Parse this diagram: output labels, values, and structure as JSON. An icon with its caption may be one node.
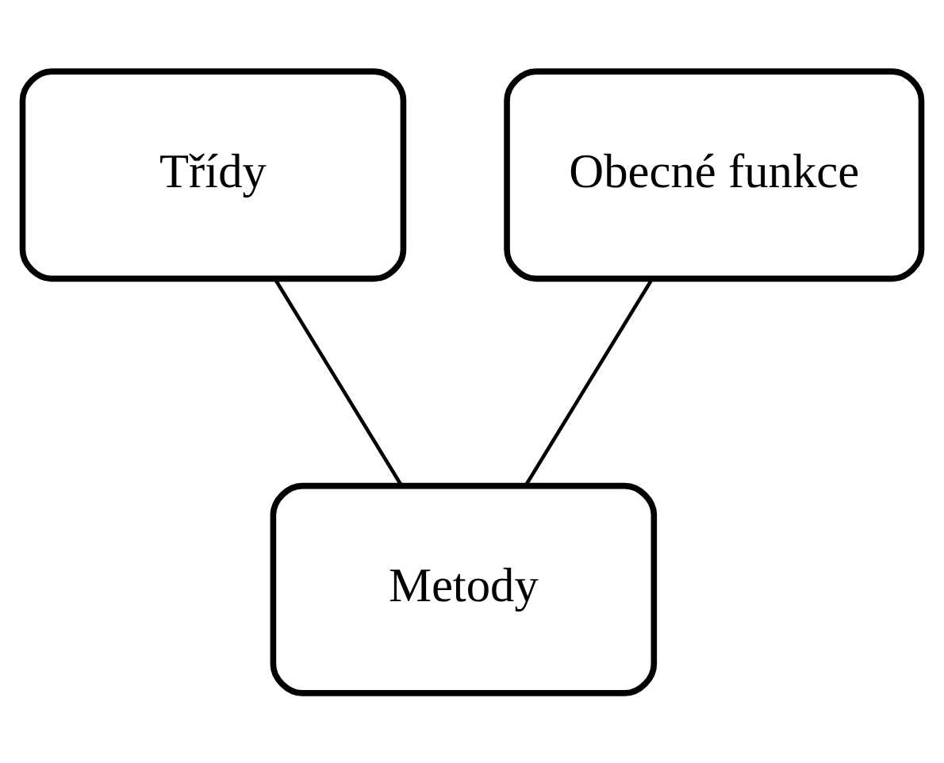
{
  "diagram": {
    "nodes": [
      {
        "text": [
          "Třídy"
        ]
      },
      {
        "text": [
          "Obecné funkce"
        ]
      },
      {
        "text": [
          "Metody"
        ]
      }
    ],
    "edges": [
      {
        "from": 0,
        "to": 2,
        "arrow": "none"
      },
      {
        "from": 1,
        "to": 2,
        "arrow": "none"
      }
    ]
  }
}
